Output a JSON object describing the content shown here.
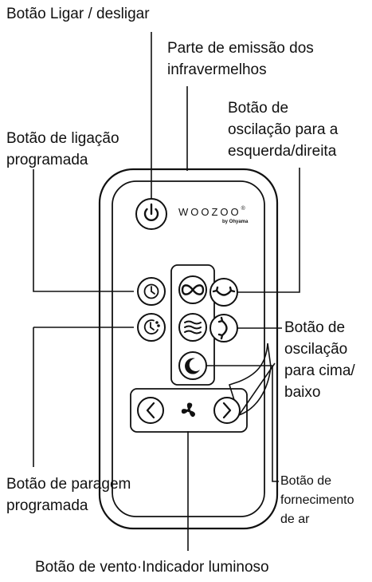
{
  "labels": {
    "power": "Botão Ligar / desligar",
    "ir_emitter": [
      "Parte de emissão dos",
      "infravermelhos"
    ],
    "lr_oscillation": [
      "Botão de",
      "oscilação para a",
      "esquerda/direita"
    ],
    "timer_on": [
      "Botão de ligação",
      "programada"
    ],
    "ud_oscillation": [
      "Botão de",
      "oscilação",
      "para cima/",
      "baixo"
    ],
    "timer_off": [
      "Botão de paragem",
      "programada"
    ],
    "air_supply": [
      "Botão de",
      "fornecimento",
      "de ar"
    ],
    "wind": "Botão de vento·Indicador luminoso"
  },
  "brand": {
    "name": "WOOZOO",
    "registered": "®",
    "sub": "by Ohyama"
  },
  "icons": {
    "power": "power-icon",
    "timer_on": "timer-on-icon",
    "infinity": "infinity-icon",
    "lr_swing": "left-right-swing-icon",
    "timer_off": "timer-off-icon",
    "wind": "wind-waves-icon",
    "ud_swing": "up-down-swing-icon",
    "night": "moon-icon",
    "left": "chevron-left-icon",
    "fan": "fan-icon",
    "right": "chevron-right-icon"
  },
  "colors": {
    "ink": "#111111",
    "background": "#ffffff"
  }
}
